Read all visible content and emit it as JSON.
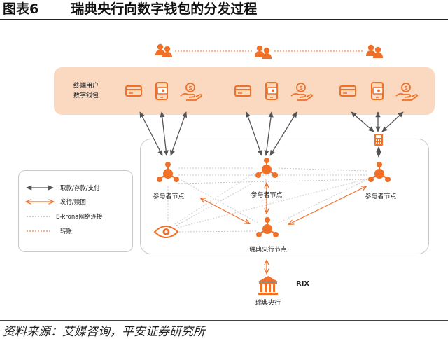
{
  "figure": {
    "number": "图表6",
    "title": "瑞典央行向数字钱包的分发过程"
  },
  "user_panel": {
    "label": "终端用户 数字钱包",
    "groups": [
      {
        "icons": [
          "card-icon",
          "mobile-wallet-icon",
          "payment-hand-icon"
        ]
      },
      {
        "icons": [
          "card-icon",
          "mobile-wallet-icon",
          "payment-hand-icon"
        ]
      },
      {
        "icons": [
          "card-icon",
          "mobile-wallet-icon",
          "payment-hand-icon"
        ]
      }
    ]
  },
  "legend": {
    "items": [
      {
        "name": "arrow-both",
        "label": "取款/存款/支付"
      },
      {
        "name": "orange-arrow",
        "label": "发行/赎回"
      },
      {
        "name": "gray-dotted",
        "label": "E-krona网络连接"
      },
      {
        "name": "orange-dotted",
        "label": "转账"
      }
    ]
  },
  "nodes": {
    "participant_label": "参与者节点",
    "central_label": "瑞典央行节点",
    "bank_label": "瑞典央行",
    "rix_label": "RIX"
  },
  "colors": {
    "accent": "#f07028",
    "panel": "#fbd9c0",
    "connector": "#555555",
    "dotted": "#c8c8c8"
  },
  "source": "资料来源：艾媒咨询，平安证券研究所"
}
